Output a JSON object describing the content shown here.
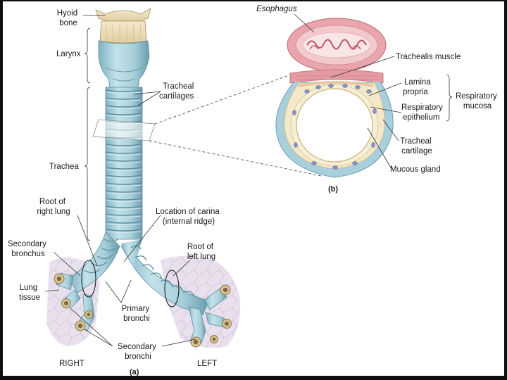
{
  "labels": {
    "hyoid_bone": [
      "Hyoid",
      "bone"
    ],
    "larynx": "Larynx",
    "tracheal_cartilages": [
      "Tracheal",
      "cartilages"
    ],
    "trachea": "Trachea",
    "root_right_lung": [
      "Root of",
      "right lung"
    ],
    "location_carina": [
      "Location of carina",
      "(internal ridge)"
    ],
    "secondary_bronchus": [
      "Secondary",
      "bronchus"
    ],
    "root_left_lung": [
      "Root of",
      "left lung"
    ],
    "lung_tissue": [
      "Lung",
      "tissue"
    ],
    "primary_bronchi": [
      "Primary",
      "bronchi"
    ],
    "secondary_bronchi": [
      "Secondary",
      "bronchi"
    ],
    "right": "RIGHT",
    "left": "LEFT",
    "panel_a": "(a)",
    "esophagus": "Esophagus",
    "trachealis_muscle": "Trachealis muscle",
    "lamina_propria": [
      "Lamina",
      "propria"
    ],
    "respiratory_epithelium": [
      "Respiratory",
      "epithelium"
    ],
    "respiratory_mucosa": [
      "Respiratory",
      "mucosa"
    ],
    "tracheal_cartilage": [
      "Tracheal",
      "cartilage"
    ],
    "mucous_gland": "Mucous gland",
    "panel_b": "(b)"
  },
  "colors": {
    "cartilage": "#a9cfd9",
    "cartilage_dark": "#6fa3b3",
    "ring_shadow": "#d9c49a",
    "hyoid": "#efe3c2",
    "esophagus": "#e8a0a6",
    "lung_tissue": "#e4d8ea"
  }
}
